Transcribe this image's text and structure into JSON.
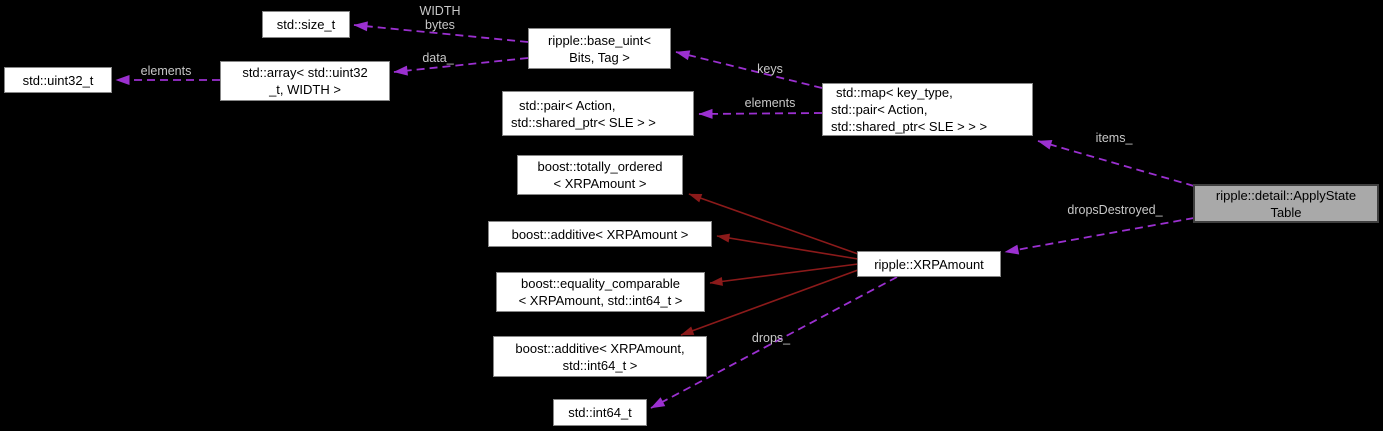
{
  "diagram": {
    "kind": "collaboration-graph",
    "colors": {
      "background": "#000000",
      "usage_edge": "#9b30d0",
      "inheritance_edge": "#8b1a1a",
      "node_bg": "#ffffff",
      "node_border": "#878787",
      "node_text": "#000000",
      "highlight_node_bg": "#a9a9a9",
      "highlight_node_border": "#3f3f3f",
      "edge_label_text": "#c8c8c8"
    },
    "nodes": [
      {
        "id": "std-uint32-t",
        "label": "std::uint32_t"
      },
      {
        "id": "std-array",
        "label": "std::array< std::uint32\n_t, WIDTH >"
      },
      {
        "id": "std-size-t",
        "label": "std::size_t"
      },
      {
        "id": "ripple-base-uint",
        "label": "ripple::base_uint<\nBits, Tag >"
      },
      {
        "id": "std-pair",
        "label": "std::pair< Action,\nstd::shared_ptr< SLE > >"
      },
      {
        "id": "std-map",
        "label": "std::map< key_type,\nstd::pair< Action,\nstd::shared_ptr< SLE > > >"
      },
      {
        "id": "boost-totally-ordered",
        "label": "boost::totally_ordered\n< XRPAmount >"
      },
      {
        "id": "boost-additive-xrpamount",
        "label": "boost::additive< XRPAmount >"
      },
      {
        "id": "boost-equality-comparable",
        "label": "boost::equality_comparable\n< XRPAmount, std::int64_t >"
      },
      {
        "id": "boost-additive-xrpamount-int64",
        "label": "boost::additive< XRPAmount,\nstd::int64_t >"
      },
      {
        "id": "ripple-xrpamount",
        "label": "ripple::XRPAmount"
      },
      {
        "id": "std-int64-t",
        "label": "std::int64_t"
      },
      {
        "id": "ripple-detail-applystatetable",
        "label": "ripple::detail::ApplyState\nTable"
      }
    ],
    "edge_labels": [
      {
        "id": "width-bytes",
        "label": "WIDTH\nbytes"
      },
      {
        "id": "data",
        "label": "data_"
      },
      {
        "id": "elements-array",
        "label": "elements"
      },
      {
        "id": "keys",
        "label": "keys"
      },
      {
        "id": "elements-map",
        "label": "elements"
      },
      {
        "id": "items",
        "label": "items_"
      },
      {
        "id": "dropsdestroyed",
        "label": "dropsDestroyed_"
      },
      {
        "id": "drops",
        "label": "drops_"
      }
    ]
  }
}
